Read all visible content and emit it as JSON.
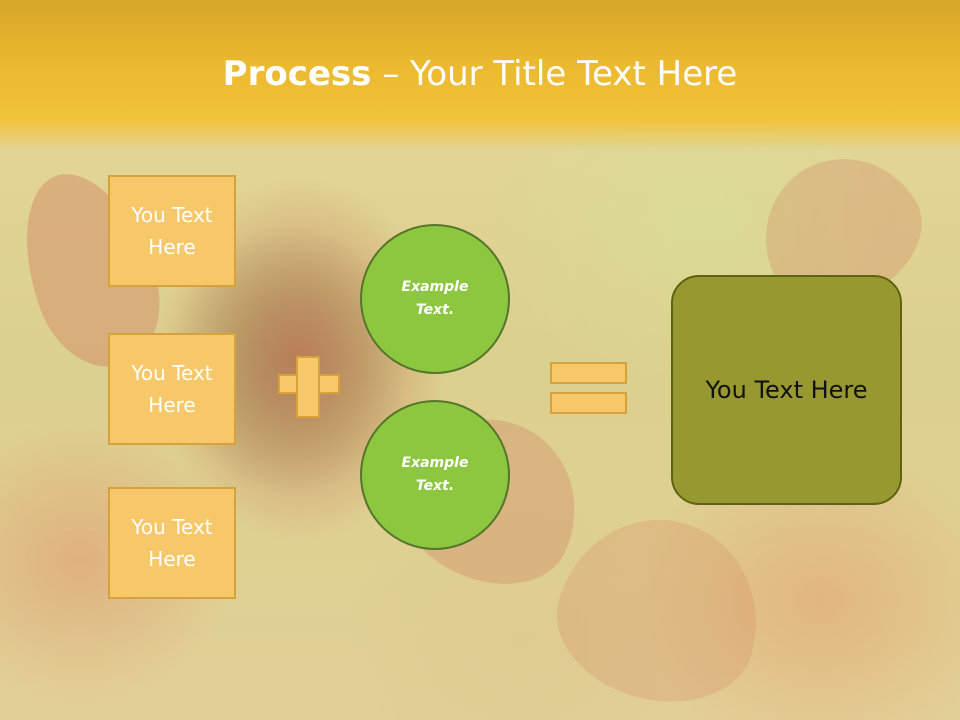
{
  "title": {
    "bold": "Process",
    "separator": " – ",
    "rest": "Your Title Text Here"
  },
  "inputs": [
    "You Text Here",
    "You Text Here",
    "You Text Here"
  ],
  "operands": [
    "Example Text.",
    "Example Text."
  ],
  "result": "You Text Here",
  "colors": {
    "title_band": "#ebba30",
    "box_fill": "#f7c86a",
    "box_border": "#d8a23a",
    "circle_fill": "#8dc73f",
    "result_fill": "#979930"
  },
  "icons": {
    "plus": "plus-icon",
    "equals": "equals-icon"
  }
}
